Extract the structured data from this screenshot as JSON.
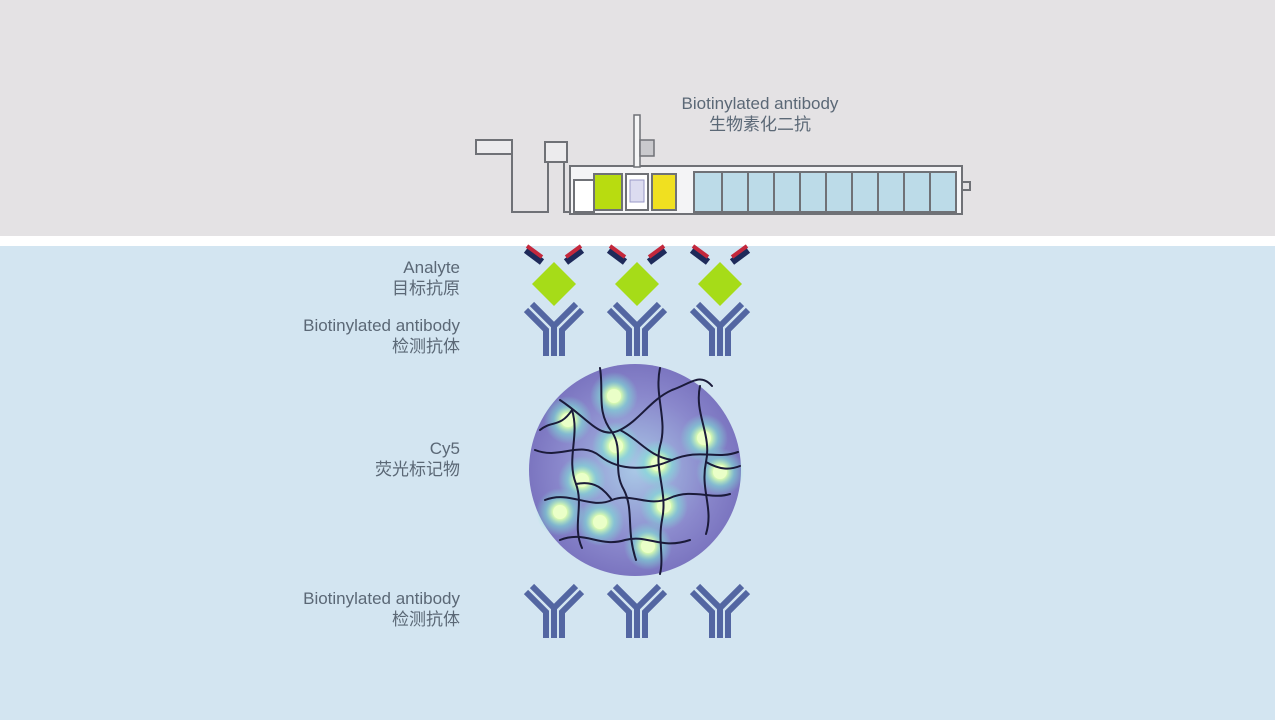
{
  "instrument": {
    "reagent_label_en": "Biotinylated antibody",
    "reagent_label_zh": "生物素化二抗",
    "colors": {
      "outline": "#6f7176",
      "green_well": "#b8dc10",
      "yellow_well": "#f0e020",
      "blue_channel": "#bcdbe8"
    }
  },
  "layers": [
    {
      "id": "analyte",
      "label_en": "Analyte",
      "label_zh": "目标抗原",
      "color": "#a6dc18",
      "cap_colors": [
        "#c4283c",
        "#1e2a5a"
      ]
    },
    {
      "id": "capture-antibody",
      "label_en": "Biotinylated antibody",
      "label_zh": "检测抗体",
      "color": "#5366a2"
    },
    {
      "id": "fluor-bead",
      "label_en": "Cy5",
      "label_zh": "荧光标记物",
      "color": "#8a88cc"
    },
    {
      "id": "detect-antibody",
      "label_en": "Biotinylated antibody",
      "label_zh": "检测抗体",
      "color": "#5366a2"
    }
  ],
  "bead": {
    "glow_color": "#eaffc8",
    "strand_color": "#1b1b3a"
  }
}
